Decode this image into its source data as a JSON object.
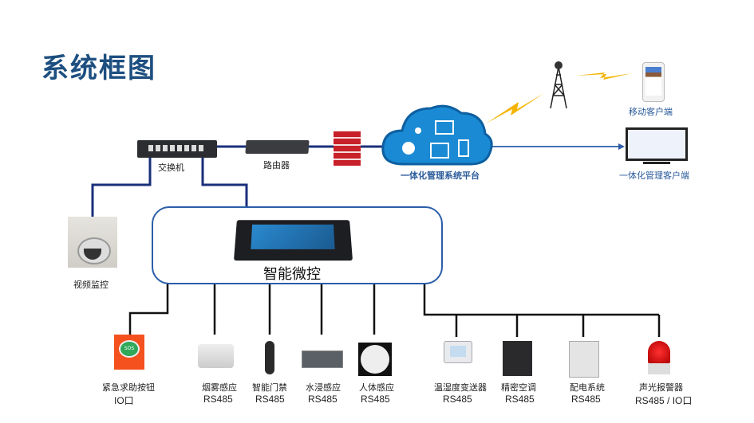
{
  "title": "系统框图",
  "network": {
    "switch": "交换机",
    "router": "路由器",
    "firewall": "防火墙",
    "cloud_platform": "一体化管理系统平台",
    "mobile_client": "移动客户端",
    "desktop_client": "一体化管理客户端",
    "camera": "视频监控",
    "controller": "智能微控"
  },
  "devices": [
    {
      "name": "紧急求助按钮",
      "protocol": "IO口"
    },
    {
      "name": "烟雾感应",
      "protocol": "RS485"
    },
    {
      "name": "智能门禁",
      "protocol": "RS485"
    },
    {
      "name": "水浸感应",
      "protocol": "RS485"
    },
    {
      "name": "人体感应",
      "protocol": "RS485"
    },
    {
      "name": "温湿度变送器",
      "protocol": "RS485"
    },
    {
      "name": "精密空调",
      "protocol": "RS485"
    },
    {
      "name": "配电系统",
      "protocol": "RS485"
    },
    {
      "name": "声光报警器",
      "protocol": "RS485 / IO口"
    }
  ],
  "colors": {
    "title": "#1d4f80",
    "network_line": "#1a2f7a",
    "bus_line": "#111111",
    "cloud": "#1a8ad4",
    "lightning": "#f5b400",
    "firewall": "#c8202a"
  },
  "sos_text": "SOS"
}
